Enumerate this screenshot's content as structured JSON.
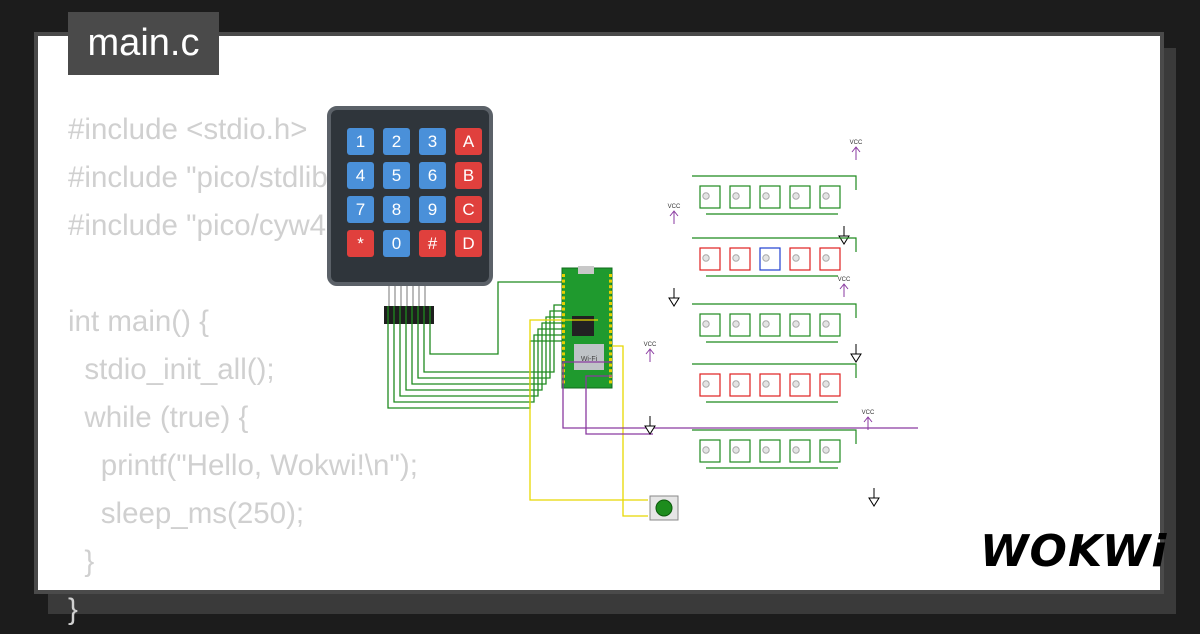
{
  "tab": {
    "filename": "main.c"
  },
  "code": {
    "lines": [
      "#include <stdio.h>",
      "#include \"pico/stdlib.h\"",
      "#include \"pico/cyw43_arch.h\"",
      "",
      "int main() {",
      "  stdio_init_all();",
      "  while (true) {",
      "    printf(\"Hello, Wokwi!\\n\");",
      "    sleep_ms(250);",
      "  }",
      "}"
    ]
  },
  "keypad": {
    "keys": [
      {
        "label": "1",
        "color": "blue"
      },
      {
        "label": "2",
        "color": "blue"
      },
      {
        "label": "3",
        "color": "blue"
      },
      {
        "label": "A",
        "color": "red"
      },
      {
        "label": "4",
        "color": "blue"
      },
      {
        "label": "5",
        "color": "blue"
      },
      {
        "label": "6",
        "color": "blue"
      },
      {
        "label": "B",
        "color": "red"
      },
      {
        "label": "7",
        "color": "blue"
      },
      {
        "label": "8",
        "color": "blue"
      },
      {
        "label": "9",
        "color": "blue"
      },
      {
        "label": "C",
        "color": "red"
      },
      {
        "label": "*",
        "color": "red"
      },
      {
        "label": "0",
        "color": "blue"
      },
      {
        "label": "#",
        "color": "red"
      },
      {
        "label": "D",
        "color": "red"
      }
    ]
  },
  "board": {
    "module_label": "Wi-Fi"
  },
  "vcc_label": "VCC",
  "logo": {
    "text": "WOKWi"
  },
  "colors": {
    "green_wire": "#1f8a1f",
    "red_wire": "#e02020",
    "blue_wire": "#2040d0",
    "yellow_wire": "#e8d800",
    "purple_wire": "#8a3aa0",
    "board_green": "#1f9a2e"
  }
}
